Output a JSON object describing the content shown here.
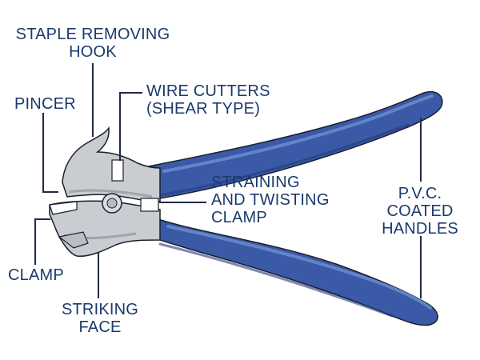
{
  "colors": {
    "label_text": "#1b3a6b",
    "leader_line": "#1f2a44",
    "handle_blue": "#3a5aa8",
    "handle_light": "#6f8fd0",
    "handle_dark": "#23397a",
    "metal": "#c9ccd1",
    "metal_shadow": "#8f949c",
    "outline": "#1b1f2a"
  },
  "labels": {
    "staple_removing_hook": [
      "STAPLE REMOVING",
      "HOOK"
    ],
    "pincer": [
      "PINCER"
    ],
    "wire_cutters": [
      "WIRE CUTTERS",
      "(SHEAR TYPE)"
    ],
    "straining_and_twisting_clamp": [
      "STRAINING",
      "AND TWISTING",
      "CLAMP"
    ],
    "pvc_coated_handles": [
      "P.V.C.",
      "COATED",
      "HANDLES"
    ],
    "clamp": [
      "CLAMP"
    ],
    "striking_face": [
      "STRIKING",
      "FACE"
    ]
  }
}
